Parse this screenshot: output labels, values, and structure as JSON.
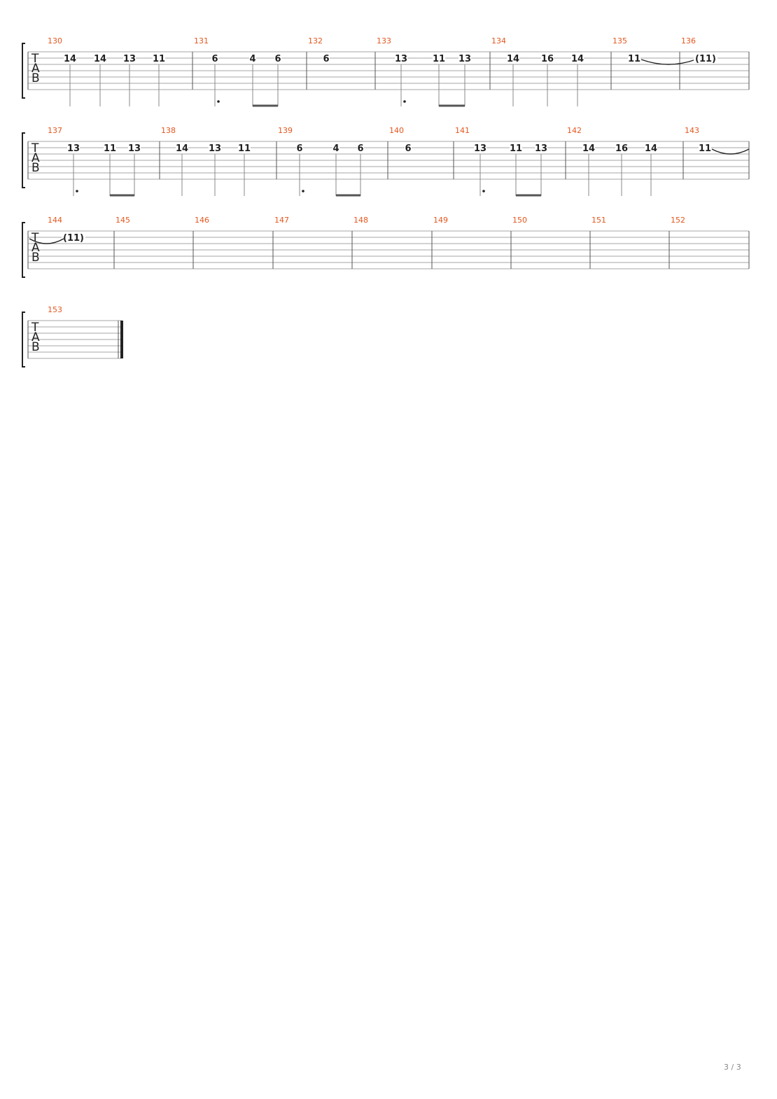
{
  "page_number": "3 / 3",
  "clef_letters": [
    "T",
    "A",
    "B"
  ],
  "systems": [
    {
      "measures": [
        {
          "number": "130",
          "notes": [
            {
              "fret": "14",
              "stem": true
            },
            {
              "fret": "14",
              "stem": true
            },
            {
              "fret": "13",
              "stem": true
            },
            {
              "fret": "11",
              "stem": true
            }
          ]
        },
        {
          "number": "131",
          "notes": [
            {
              "fret": "6",
              "stem": true,
              "dot": true
            },
            {
              "fret": "4",
              "stem": true,
              "beam_start": true
            },
            {
              "fret": "6",
              "stem": true,
              "beam_end": true
            }
          ]
        },
        {
          "number": "132",
          "notes": [
            {
              "fret": "6",
              "stem": false
            }
          ]
        },
        {
          "number": "133",
          "notes": [
            {
              "fret": "13",
              "stem": true,
              "dot": true
            },
            {
              "fret": "11",
              "stem": true,
              "beam_start": true
            },
            {
              "fret": "13",
              "stem": true,
              "beam_end": true
            }
          ]
        },
        {
          "number": "134",
          "notes": [
            {
              "fret": "14",
              "stem": true
            },
            {
              "fret": "16",
              "stem": true
            },
            {
              "fret": "14",
              "stem": true
            }
          ]
        },
        {
          "number": "135",
          "notes": [
            {
              "fret": "11",
              "stem": false,
              "tie_start": true
            }
          ]
        },
        {
          "number": "136",
          "notes": [
            {
              "fret": "(11)",
              "stem": false,
              "tie_end": true
            }
          ]
        }
      ]
    },
    {
      "measures": [
        {
          "number": "137",
          "notes": [
            {
              "fret": "13",
              "stem": true,
              "dot": true
            },
            {
              "fret": "11",
              "stem": true,
              "beam_start": true
            },
            {
              "fret": "13",
              "stem": true,
              "beam_end": true
            }
          ]
        },
        {
          "number": "138",
          "notes": [
            {
              "fret": "14",
              "stem": true
            },
            {
              "fret": "13",
              "stem": true
            },
            {
              "fret": "11",
              "stem": true
            }
          ]
        },
        {
          "number": "139",
          "notes": [
            {
              "fret": "6",
              "stem": true,
              "dot": true
            },
            {
              "fret": "4",
              "stem": true,
              "beam_start": true
            },
            {
              "fret": "6",
              "stem": true,
              "beam_end": true
            }
          ]
        },
        {
          "number": "140",
          "notes": [
            {
              "fret": "6",
              "stem": false
            }
          ]
        },
        {
          "number": "141",
          "notes": [
            {
              "fret": "13",
              "stem": true,
              "dot": true
            },
            {
              "fret": "11",
              "stem": true,
              "beam_start": true
            },
            {
              "fret": "13",
              "stem": true,
              "beam_end": true
            }
          ]
        },
        {
          "number": "142",
          "notes": [
            {
              "fret": "14",
              "stem": true
            },
            {
              "fret": "16",
              "stem": true
            },
            {
              "fret": "14",
              "stem": true
            }
          ]
        },
        {
          "number": "143",
          "notes": [
            {
              "fret": "11",
              "stem": false,
              "tie_start": true
            }
          ]
        }
      ]
    },
    {
      "measures": [
        {
          "number": "144",
          "notes": [
            {
              "fret": "(11)",
              "stem": false,
              "tie_end": true
            }
          ]
        },
        {
          "number": "145",
          "notes": []
        },
        {
          "number": "146",
          "notes": []
        },
        {
          "number": "147",
          "notes": []
        },
        {
          "number": "148",
          "notes": []
        },
        {
          "number": "149",
          "notes": []
        },
        {
          "number": "150",
          "notes": []
        },
        {
          "number": "151",
          "notes": []
        },
        {
          "number": "152",
          "notes": []
        }
      ]
    },
    {
      "measures": [
        {
          "number": "153",
          "notes": [],
          "final_barline": true
        }
      ]
    }
  ]
}
